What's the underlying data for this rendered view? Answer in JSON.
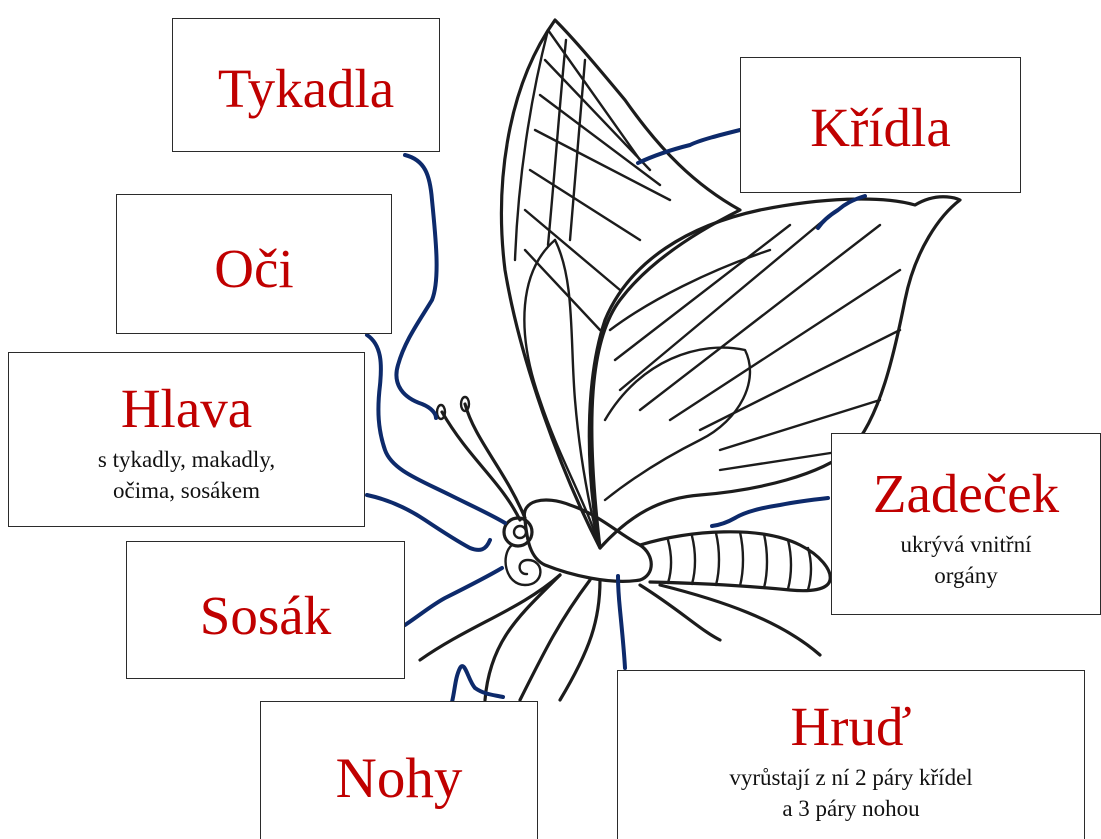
{
  "labels": {
    "tykadla": {
      "title": "Tykadla"
    },
    "kridla": {
      "title": "Křídla"
    },
    "oci": {
      "title": "Oči"
    },
    "hlava": {
      "title": "Hlava",
      "desc_line1": "s tykadly, makadly,",
      "desc_line2": "očima, sosákem"
    },
    "zadecek": {
      "title": "Zadeček",
      "desc_line1": "ukrývá vnitřní",
      "desc_line2": "orgány"
    },
    "sosak": {
      "title": "Sosák"
    },
    "nohy": {
      "title": "Nohy"
    },
    "hrud": {
      "title": "Hruď",
      "desc_line1": "vyrůstají z ní 2 páry křídel",
      "desc_line2": "a 3 páry nohou"
    }
  },
  "colors": {
    "title_red": "#c00000",
    "pointer_line_blue": "#0d2a6b",
    "outline_black": "#1c1c1c"
  }
}
